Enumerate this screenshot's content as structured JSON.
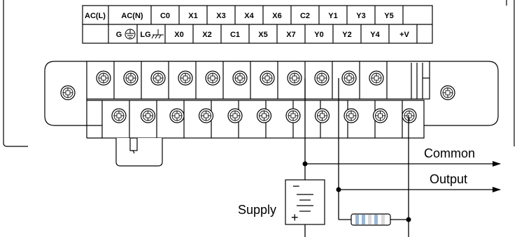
{
  "terminal_strip": {
    "top_row_labels": [
      "AC(L)",
      "AC(N)",
      "C0",
      "X1",
      "X3",
      "X4",
      "X6",
      "C2",
      "Y1",
      "Y3",
      "Y5"
    ],
    "bottom_row_labels": [
      "G",
      "LG",
      "X0",
      "X2",
      "C1",
      "X5",
      "X7",
      "Y0",
      "Y2",
      "Y4",
      "+V"
    ]
  },
  "wiring": {
    "common_label": "Common",
    "output_label": "Output",
    "supply_label": "Supply",
    "supply_minus": "−",
    "supply_plus": "+"
  },
  "icons": [
    "ground-symbol-icon",
    "chassis-ground-icon",
    "terminal-screw-icon",
    "resistor-icon",
    "arrow-right-icon"
  ],
  "colors": {
    "line": "#000000",
    "housing_fill": "#ffffff",
    "resistor_band_1": "#9bb7d4",
    "resistor_band_2": "#d9d9d9"
  }
}
